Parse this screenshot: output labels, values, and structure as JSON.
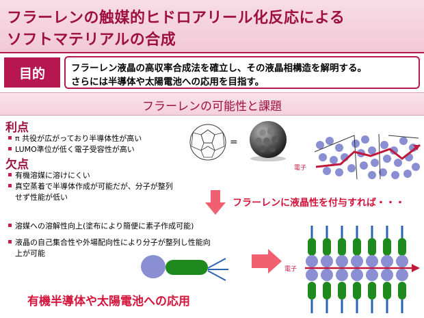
{
  "title": {
    "line1": "フラーレンの触媒的ヒドロアリール化反応による",
    "line2": "ソフトマテリアルの合成"
  },
  "purpose": {
    "label": "目的",
    "line1": "フラーレン液晶の高収率合成法を確立し、その液晶相構造を解明する。",
    "line2": "さらには半導体や太陽電池への応用を目指す。"
  },
  "section_header": "フラーレンの可能性と課題",
  "advantages": {
    "heading": "利点",
    "items": [
      "π 共役が広がっており半導体性が高い",
      "LUMO準位が低く電子受容性が高い"
    ]
  },
  "disadvantages": {
    "heading": "欠点",
    "items": [
      "有機溶媒に溶けにくい",
      "真空蒸着で半導体作成が可能だが、分子が整列"
    ],
    "continuation": "せず性能が低い"
  },
  "equals_sign": "=",
  "electron_label": "電子",
  "liquid_crystal_prompt": "フラーレンに液晶性を付与すれば・・・",
  "improvements": {
    "items": [
      "溶媒への溶解性向上(塗布により簡便に素子作成可能)",
      "液晶の自己集合性や外場配向性により分子が整列し性能向"
    ],
    "continuation": "上が可能"
  },
  "application": "有機半導体や太陽電池への応用",
  "colors": {
    "accent": "#b5174e",
    "highlight_red": "#d4143b",
    "arrow": "#f06070",
    "ball": "#8a8fd4",
    "chain": "#1e8a1e",
    "stripe": "#2a62b5"
  }
}
